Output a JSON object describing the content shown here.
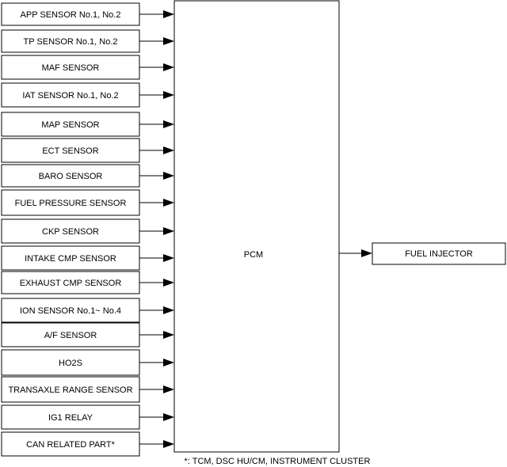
{
  "diagram": {
    "inputs": [
      "APP SENSOR No.1, No.2",
      "TP SENSOR No.1, No.2",
      "MAF SENSOR",
      "IAT SENSOR No.1, No.2",
      "MAP SENSOR",
      "ECT SENSOR",
      "BARO SENSOR",
      "FUEL PRESSURE SENSOR",
      "CKP SENSOR",
      "INTAKE CMP SENSOR",
      "EXHAUST CMP SENSOR",
      "ION SENSOR No.1~ No.4",
      "A/F SENSOR",
      "HO2S",
      "TRANSAXLE RANGE SENSOR",
      "IG1 RELAY",
      "CAN RELATED PART*"
    ],
    "controller": "PCM",
    "output": "FUEL INJECTOR",
    "footnote": "*: TCM, DSC HU/CM, INSTRUMENT CLUSTER"
  }
}
